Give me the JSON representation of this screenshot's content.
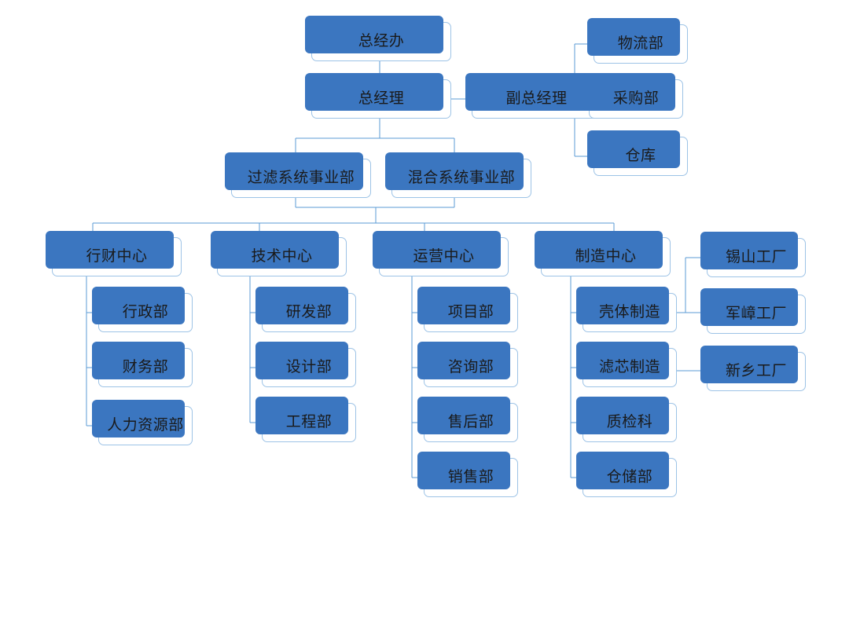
{
  "chart": {
    "type": "organization-chart",
    "title": "",
    "palette": {
      "box_fill": "#FFFFFF",
      "box_border": "#9DC3E6",
      "box_shadow_blue": "#3B76C0",
      "connector": "#5B9BD5",
      "text": "#1A1A1A",
      "background": "#FFFFFF"
    },
    "nodes": {
      "general_office": {
        "label": "总经办"
      },
      "general_manager": {
        "label": "总经理"
      },
      "deputy_general_manager": {
        "label": "副总经理"
      },
      "logistics_dept": {
        "label": "物流部"
      },
      "procurement_dept": {
        "label": "采购部"
      },
      "warehouse": {
        "label": "仓库"
      },
      "filtration_division": {
        "label": "过滤系统事业部"
      },
      "mixing_division": {
        "label": "混合系统事业部"
      },
      "admin_finance_center": {
        "label": "行财中心"
      },
      "technology_center": {
        "label": "技术中心"
      },
      "operations_center": {
        "label": "运营中心"
      },
      "manufacturing_center": {
        "label": "制造中心"
      },
      "administration_dept": {
        "label": "行政部"
      },
      "finance_dept": {
        "label": "财务部"
      },
      "human_resources_dept": {
        "label": "人力资源部"
      },
      "rd_dept": {
        "label": "研发部"
      },
      "design_dept": {
        "label": "设计部"
      },
      "engineering_dept": {
        "label": "工程部"
      },
      "project_dept": {
        "label": "项目部"
      },
      "consulting_dept": {
        "label": "咨询部"
      },
      "after_sales_dept": {
        "label": "售后部"
      },
      "sales_dept": {
        "label": "销售部"
      },
      "shell_manufacturing": {
        "label": "壳体制造"
      },
      "filter_element_manufacturing": {
        "label": "滤芯制造"
      },
      "quality_inspection_section": {
        "label": "质检科"
      },
      "storage_dept": {
        "label": "仓储部"
      },
      "xishan_factory": {
        "label": "锡山工厂"
      },
      "junzhang_factory": {
        "label": "军嶂工厂"
      },
      "xinxiang_factory": {
        "label": "新乡工厂"
      }
    },
    "hierarchy": [
      {
        "parent": "general_office",
        "child": "general_manager"
      },
      {
        "parent": "general_manager",
        "child": "deputy_general_manager"
      },
      {
        "parent": "deputy_general_manager",
        "child": "logistics_dept"
      },
      {
        "parent": "deputy_general_manager",
        "child": "procurement_dept"
      },
      {
        "parent": "deputy_general_manager",
        "child": "warehouse"
      },
      {
        "parent": "general_manager",
        "child": "filtration_division"
      },
      {
        "parent": "general_manager",
        "child": "mixing_division"
      },
      {
        "parent": "filtration_division",
        "child": "admin_finance_center"
      },
      {
        "parent": "filtration_division",
        "child": "technology_center"
      },
      {
        "parent": "filtration_division",
        "child": "operations_center"
      },
      {
        "parent": "filtration_division",
        "child": "manufacturing_center"
      },
      {
        "parent": "admin_finance_center",
        "child": "administration_dept"
      },
      {
        "parent": "admin_finance_center",
        "child": "finance_dept"
      },
      {
        "parent": "admin_finance_center",
        "child": "human_resources_dept"
      },
      {
        "parent": "technology_center",
        "child": "rd_dept"
      },
      {
        "parent": "technology_center",
        "child": "design_dept"
      },
      {
        "parent": "technology_center",
        "child": "engineering_dept"
      },
      {
        "parent": "operations_center",
        "child": "project_dept"
      },
      {
        "parent": "operations_center",
        "child": "consulting_dept"
      },
      {
        "parent": "operations_center",
        "child": "after_sales_dept"
      },
      {
        "parent": "operations_center",
        "child": "sales_dept"
      },
      {
        "parent": "manufacturing_center",
        "child": "shell_manufacturing"
      },
      {
        "parent": "manufacturing_center",
        "child": "filter_element_manufacturing"
      },
      {
        "parent": "manufacturing_center",
        "child": "quality_inspection_section"
      },
      {
        "parent": "manufacturing_center",
        "child": "storage_dept"
      },
      {
        "parent": "shell_manufacturing",
        "child": "xishan_factory"
      },
      {
        "parent": "shell_manufacturing",
        "child": "junzhang_factory"
      },
      {
        "parent": "filter_element_manufacturing",
        "child": "xinxiang_factory"
      }
    ]
  }
}
